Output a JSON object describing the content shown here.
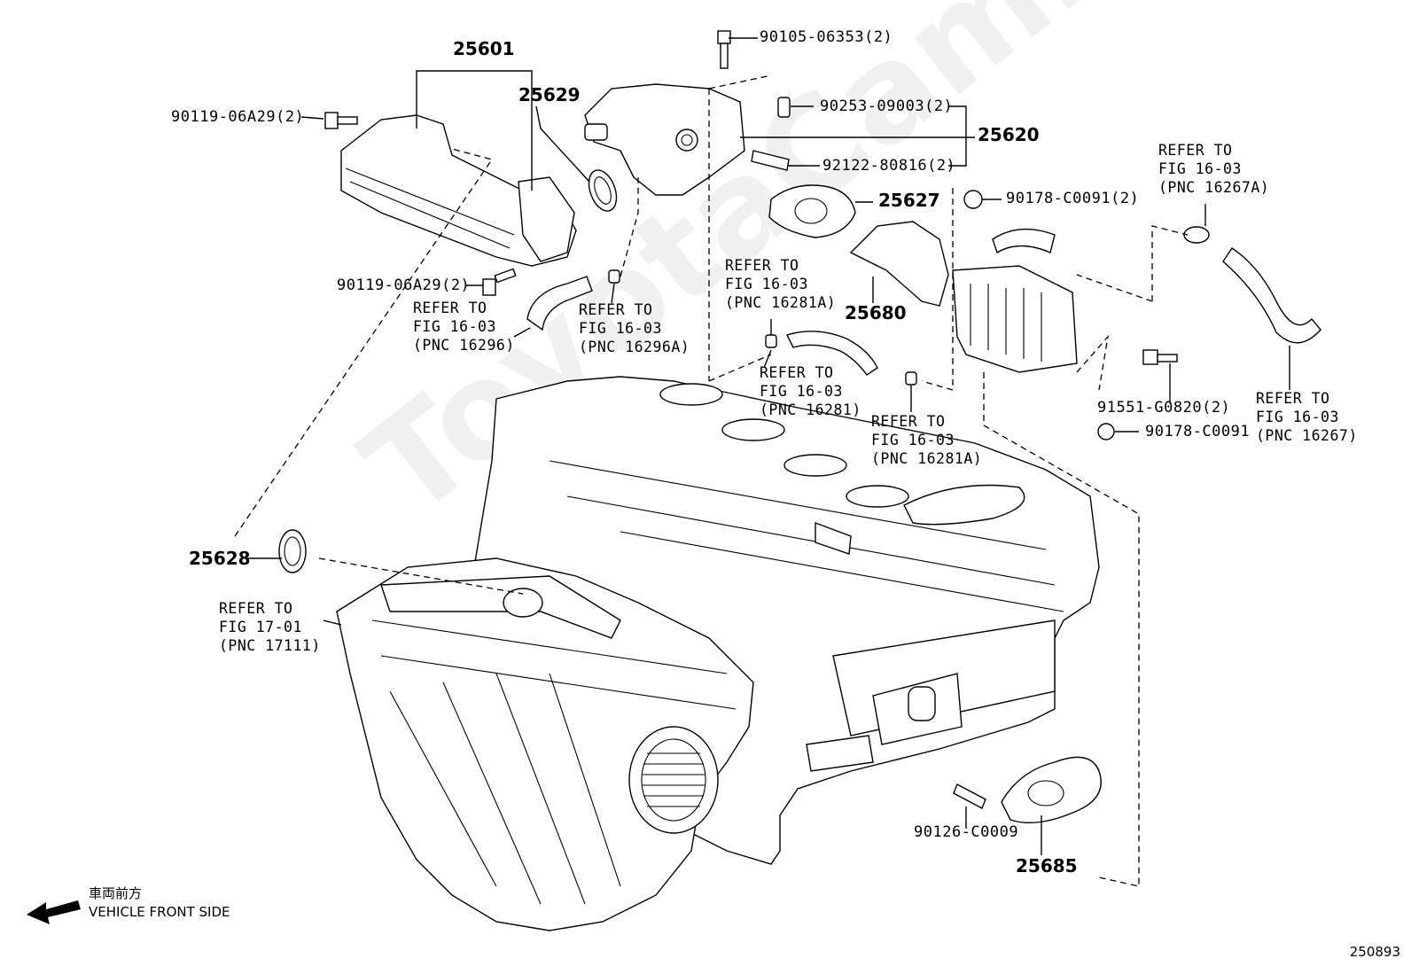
{
  "watermark": "ToyotaCamry.ru",
  "figure_id": "250893",
  "legend": {
    "japanese": "車両前方",
    "english": "VEHICLE FRONT SIDE"
  },
  "labels": {
    "p25601": "25601",
    "p25629": "25629",
    "p25620": "25620",
    "p25627": "25627",
    "p25680": "25680",
    "p25628": "25628",
    "p25685": "25685",
    "b90105": "90105-06353(2)",
    "b90253": "90253-09003(2)",
    "b92122": "92122-80816(2)",
    "b90178a": "90178-C0091(2)",
    "b90119a": "90119-06A29(2)",
    "b90119b": "90119-06A29(2)",
    "b91551": "91551-G0820(2)",
    "b90178b": "90178-C0091",
    "b90126": "90126-C0009"
  },
  "refs": {
    "r16296": [
      "REFER TO",
      "FIG 16-03",
      "(PNC 16296)"
    ],
    "r16296a": [
      "REFER TO",
      "FIG 16-03",
      "(PNC 16296A)"
    ],
    "r16281a_top": [
      "REFER TO",
      "FIG 16-03",
      "(PNC 16281A)"
    ],
    "r16281": [
      "REFER TO",
      "FIG 16-03",
      "(PNC 16281)"
    ],
    "r16281a_bot": [
      "REFER TO",
      "FIG 16-03",
      "(PNC 16281A)"
    ],
    "r16267a": [
      "REFER TO",
      "FIG 16-03",
      "(PNC 16267A)"
    ],
    "r16267": [
      "REFER TO",
      "FIG 16-03",
      "(PNC 16267)"
    ],
    "r17111": [
      "REFER TO",
      "FIG 17-01",
      "(PNC 17111)"
    ]
  }
}
